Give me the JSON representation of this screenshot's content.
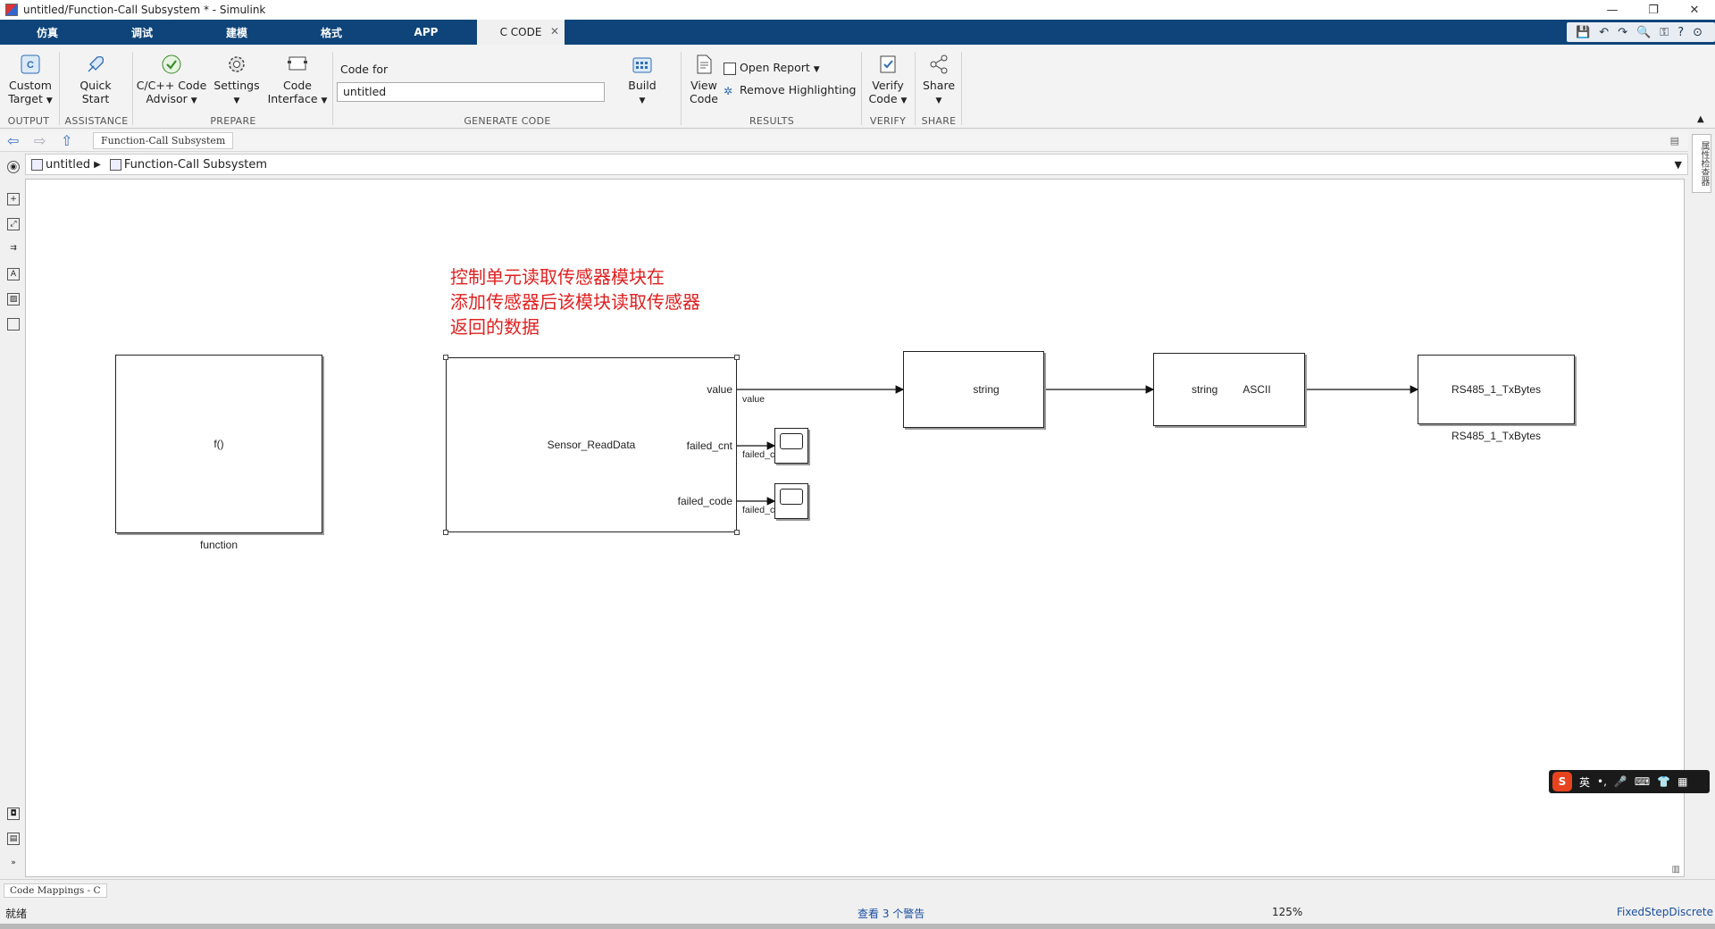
{
  "window": {
    "title": "untitled/Function-Call Subsystem * - Simulink",
    "controls": [
      "—",
      "❐",
      "✕"
    ]
  },
  "tabs": [
    {
      "label": "仿真",
      "active": false
    },
    {
      "label": "调试",
      "active": false
    },
    {
      "label": "建模",
      "active": false
    },
    {
      "label": "格式",
      "active": false
    },
    {
      "label": "APP",
      "active": false
    },
    {
      "label": "C CODE",
      "active": true
    }
  ],
  "ribbon": {
    "output": {
      "custom_target_line1": "Custom",
      "custom_target_line2": "Target",
      "group": "OUTPUT"
    },
    "assistance": {
      "quick_start_line1": "Quick",
      "quick_start_line2": "Start",
      "group": "ASSISTANCE"
    },
    "prepare": {
      "advisor_line1": "C/C++ Code",
      "advisor_line2": "Advisor",
      "settings": "Settings",
      "code_interface_line1": "Code",
      "code_interface_line2": "Interface",
      "group": "PREPARE"
    },
    "generate": {
      "code_for_label": "Code for",
      "code_for_value": "untitled",
      "build": "Build",
      "group": "GENERATE CODE"
    },
    "results": {
      "view_code_line1": "View",
      "view_code_line2": "Code",
      "open_report": "Open Report",
      "remove_highlighting": "Remove Highlighting",
      "group": "RESULTS"
    },
    "verify": {
      "verify_code_line1": "Verify",
      "verify_code_line2": "Code",
      "group": "VERIFY"
    },
    "share": {
      "share": "Share",
      "group": "SHARE"
    }
  },
  "nav": {
    "doc_tab": "Function-Call Subsystem"
  },
  "breadcrumb": {
    "root": "untitled",
    "current": "Function-Call Subsystem"
  },
  "right_panel": {
    "label": "属性检查器"
  },
  "canvas": {
    "annotation": [
      "控制单元读取传感器模块在",
      "添加传感器后该模块读取传感器",
      "返回的数据"
    ],
    "blocks": {
      "function": {
        "text": "f()",
        "caption": "function"
      },
      "sensor": {
        "text": "Sensor_ReadData",
        "ports": [
          "value",
          "failed_cnt",
          "failed_code"
        ]
      },
      "to_string": {
        "text": "string"
      },
      "to_ascii": {
        "from": "string",
        "to": "ASCII"
      },
      "rs485": {
        "text": "RS485_1_TxBytes",
        "caption": "RS485_1_TxBytes"
      }
    },
    "signals": {
      "value": "value",
      "failed_cnt": "failed_cnt",
      "failed_code": "failed_code"
    }
  },
  "ime": {
    "logo": "S",
    "mode": "英"
  },
  "bottom": {
    "mappings_tab": "Code Mappings - C"
  },
  "status": {
    "ready": "就绪",
    "warnings": "查看 3 个警告",
    "zoom": "125%",
    "solver": "FixedStepDiscrete"
  }
}
